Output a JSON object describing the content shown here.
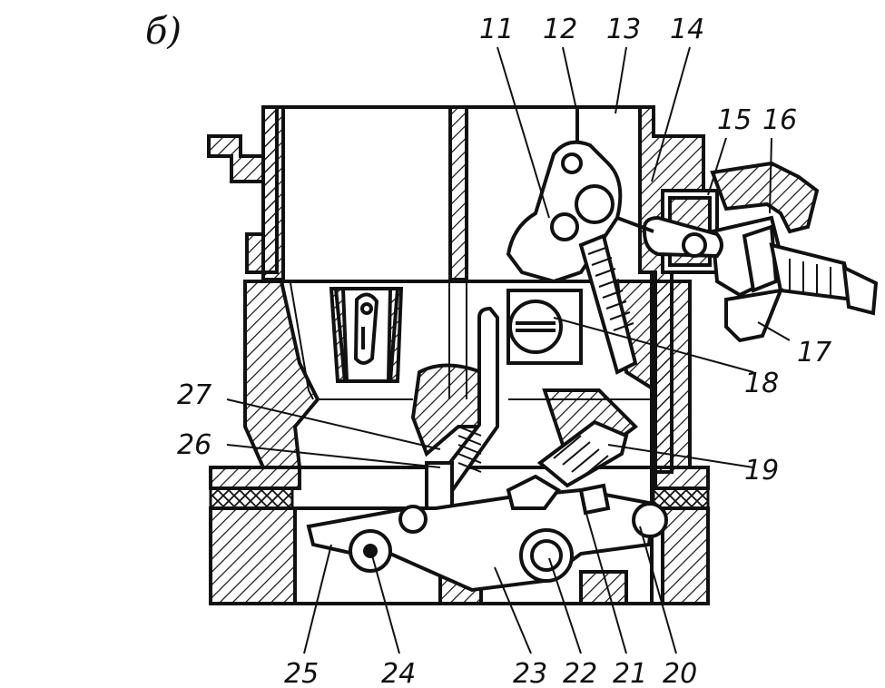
{
  "figure": {
    "sublabel": "б)",
    "callouts": [
      "11",
      "12",
      "13",
      "14",
      "15",
      "16",
      "17",
      "18",
      "19",
      "20",
      "21",
      "22",
      "23",
      "24",
      "25",
      "26",
      "27"
    ]
  }
}
